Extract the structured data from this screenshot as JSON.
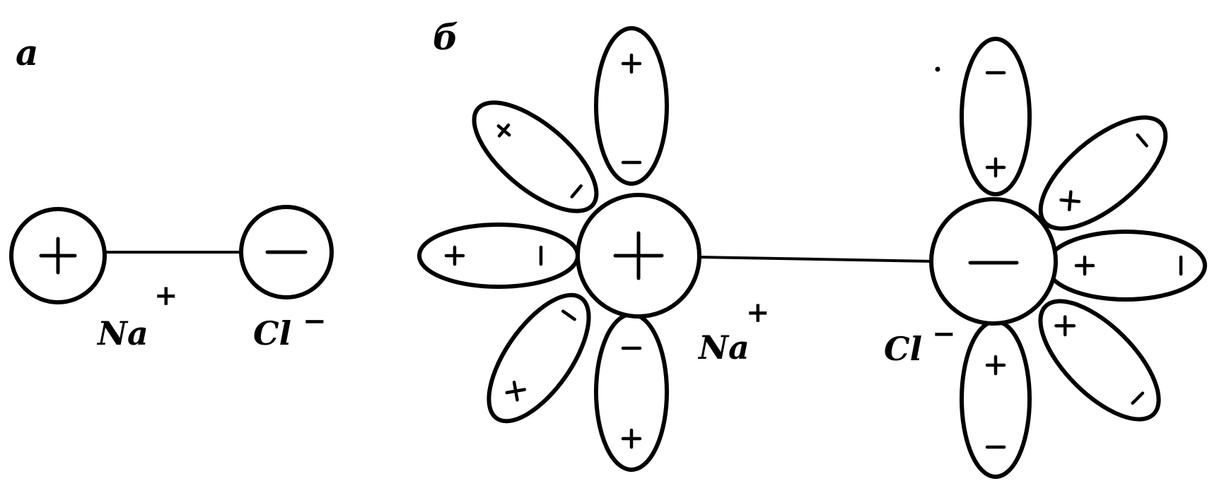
{
  "panels": {
    "a": {
      "letter": "а",
      "cation": {
        "symbol": "Na",
        "charge": "+"
      },
      "anion": {
        "symbol": "Cl",
        "charge": "−"
      }
    },
    "b": {
      "letter": "б",
      "cation": {
        "symbol": "Na",
        "charge": "+"
      },
      "anion": {
        "symbol": "Cl",
        "charge": "−"
      }
    }
  },
  "colors": {
    "ink": "#000000",
    "paper": "#ffffff"
  }
}
